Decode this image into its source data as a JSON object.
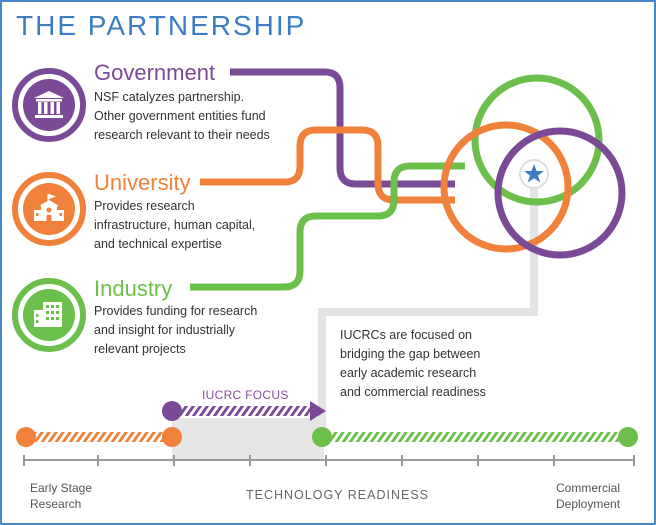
{
  "title": "THE PARTNERSHIP",
  "colors": {
    "government": "#7b4a97",
    "university": "#f0813a",
    "industry": "#6cbf4b",
    "title": "#3d7ec2",
    "star": "#3d7ec2"
  },
  "entities": [
    {
      "name": "Government",
      "icon": "government-building-icon",
      "lines": [
        "NSF catalyzes partnership.",
        "Other government entities fund",
        "research relevant to their needs"
      ]
    },
    {
      "name": "University",
      "icon": "university-school-icon",
      "lines": [
        "Provides research",
        "infrastructure, human capital,",
        "and technical expertise"
      ]
    },
    {
      "name": "Industry",
      "icon": "industry-office-building-icon",
      "lines": [
        "Provides funding for research",
        "and insight for industrially",
        "relevant projects"
      ]
    }
  ],
  "note_lines": [
    "IUCRCs are focused on",
    "bridging the gap between",
    "early academic research",
    "and commercial readiness"
  ],
  "focus_label": "IUCRC FOCUS",
  "axis": {
    "left_lines": [
      "Early Stage",
      "Research"
    ],
    "center": "TECHNOLOGY READINESS",
    "right_lines": [
      "Commercial",
      "Deployment"
    ]
  },
  "venn_center_icon": "star-icon"
}
